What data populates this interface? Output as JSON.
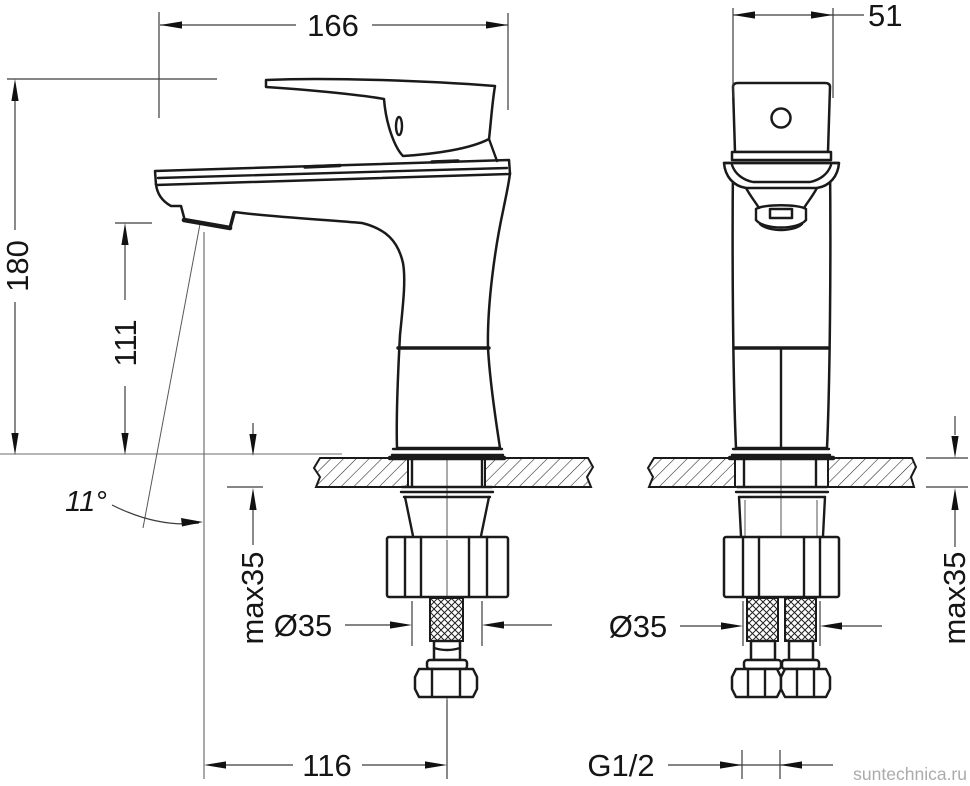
{
  "dimensions": {
    "spout_length": "166",
    "handle_width": "51",
    "total_height": "180",
    "spout_outlet_height": "111",
    "stream_angle": "11°",
    "countertop_max_side": "max35",
    "base_diameter_side": "Ø35",
    "spout_reach": "116",
    "base_diameter_front": "Ø35",
    "countertop_max_front": "max35",
    "thread_size": "G1/2"
  },
  "watermark": "suntechnica.ru",
  "colors": {
    "line": "#1a1a1a",
    "dimension": "#3c3c3c",
    "watermark": "#ababab",
    "background": "#ffffff"
  }
}
